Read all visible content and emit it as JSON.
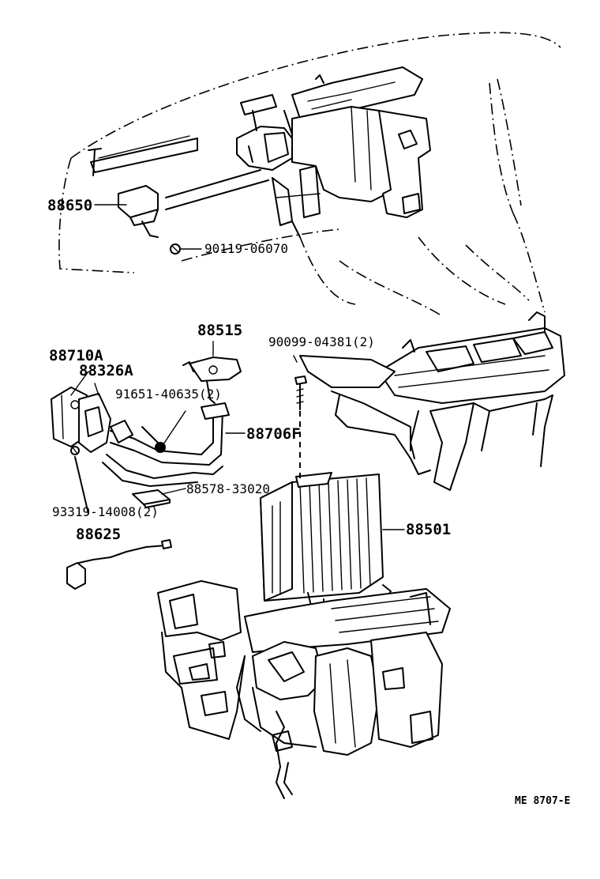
{
  "diagram": {
    "parts": [
      {
        "id": "p88650",
        "label": "88650"
      },
      {
        "id": "p90119",
        "label": "90119-06070"
      },
      {
        "id": "p88515",
        "label": "88515"
      },
      {
        "id": "p90099",
        "label": "90099-04381(2)"
      },
      {
        "id": "p88710a",
        "label": "88710A"
      },
      {
        "id": "p88326a",
        "label": "88326A"
      },
      {
        "id": "p91651",
        "label": "91651-40635(2)"
      },
      {
        "id": "p88706f",
        "label": "88706F"
      },
      {
        "id": "p88578",
        "label": "88578-33020"
      },
      {
        "id": "p93319",
        "label": "93319-14008(2)"
      },
      {
        "id": "p88625",
        "label": "88625"
      },
      {
        "id": "p88501",
        "label": "88501"
      }
    ],
    "footer_code": "ME 8707-E"
  }
}
